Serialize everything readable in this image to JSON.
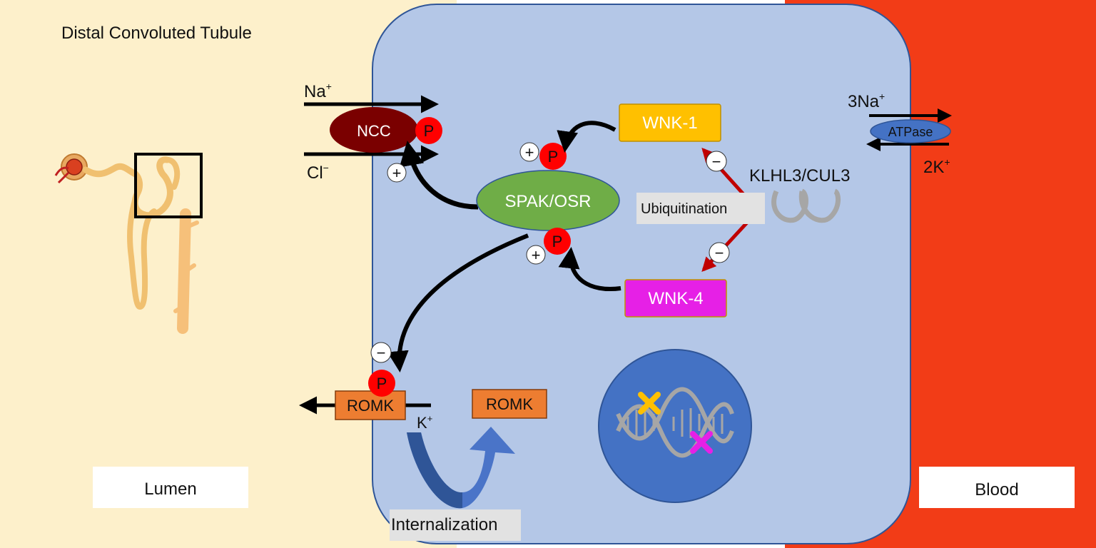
{
  "title": "Distal Convoluted Tubule",
  "regions": {
    "lumen": "Lumen",
    "blood": "Blood"
  },
  "transport": {
    "na": "Na",
    "na_sup": "+",
    "cl": "Cl",
    "cl_sup": "−",
    "na3": "3Na",
    "na3_sup": "+",
    "k2": "2K",
    "k2_sup": "+",
    "k": "K",
    "k_sup": "+"
  },
  "proteins": {
    "ncc": "NCC",
    "spak": "SPAK/OSR",
    "wnk1": "WNK-1",
    "wnk4": "WNK-4",
    "atpase": "ATPase",
    "romk_membrane": "ROMK",
    "romk_internal": "ROMK",
    "klhl3": "KLHL3/CUL3"
  },
  "process_labels": {
    "ubiquitination": "Ubiquitination",
    "internalization": "Internalization"
  },
  "symbols": {
    "phospho": "P",
    "plus": "+",
    "minus": "−"
  },
  "colors": {
    "lumen_bg": "#fdf0cb",
    "cell_bg": "#b4c7e7",
    "blood_bg": "#f23c17",
    "ncc": "#7a0000",
    "spak": "#6fad47",
    "wnk1": "#ffc000",
    "wnk4": "#e620e6",
    "romk": "#ed7d31",
    "atpase": "#4472c4",
    "nucleus": "#4472c4",
    "phospho": "#ff0000",
    "ubiq_arrow": "#c00000",
    "klhl3": "#a6a6a6"
  }
}
